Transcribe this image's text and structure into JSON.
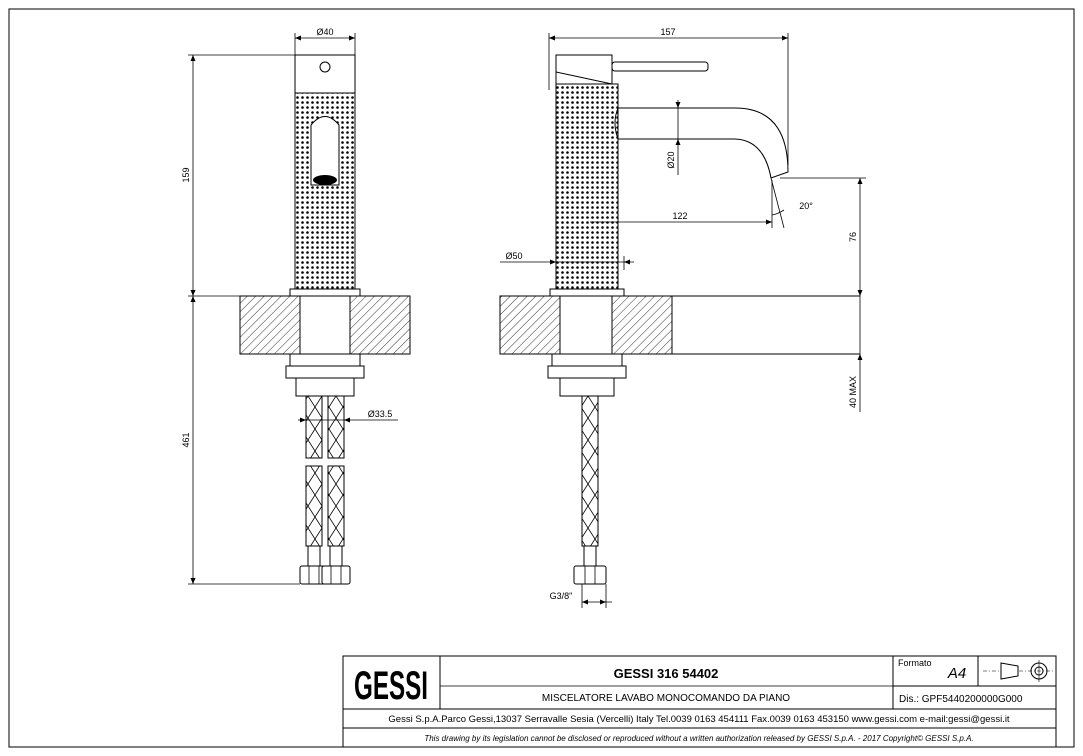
{
  "dimensions": {
    "front_diameter": "Ø40",
    "front_height": "159",
    "front_total": "461",
    "hose_diameter": "Ø33.5",
    "side_width": "157",
    "spout_diameter": "Ø20",
    "spout_reach": "122",
    "spout_angle": "20°",
    "spout_height": "76",
    "body_diameter": "Ø50",
    "deck_max": "40 MAX",
    "thread": "G3/8\""
  },
  "title_block": {
    "logo": "GESSI",
    "product_code": "GESSI 316 54402",
    "description": "MISCELATORE LAVABO MONOCOMANDO DA PIANO",
    "format_label": "Formato",
    "format_value": "A4",
    "drawing_number": "Dis.: GPF5440200000G000",
    "company_info": "Gessi S.p.A.Parco Gessi,13037 Serravalle Sesia (Vercelli) Italy Tel.0039 0163 454111 Fax.0039 0163 453150 www.gessi.com e-mail:gessi@gessi.it",
    "disclaimer": "This drawing by its legislation cannot be disclosed or reproduced without a written authorization released by GESSI S.p.A. - 2017 Copyright© GESSI S.p.A."
  }
}
